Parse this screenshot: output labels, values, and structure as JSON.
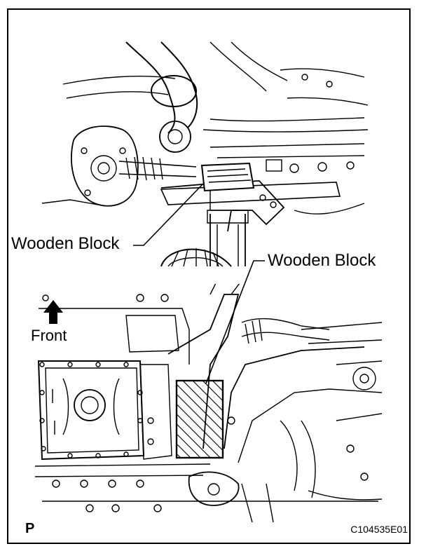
{
  "figure": {
    "callouts": [
      {
        "label": "Wooden Block"
      },
      {
        "label": "Wooden Block"
      }
    ],
    "direction_label": "Front",
    "view_mark": "P",
    "figure_code": "C104535E01"
  },
  "colors": {
    "ink": "#000000",
    "paper": "#ffffff"
  },
  "icons": {
    "direction": "up-arrow-icon",
    "hatch": "diagonal-hatch-pattern"
  }
}
